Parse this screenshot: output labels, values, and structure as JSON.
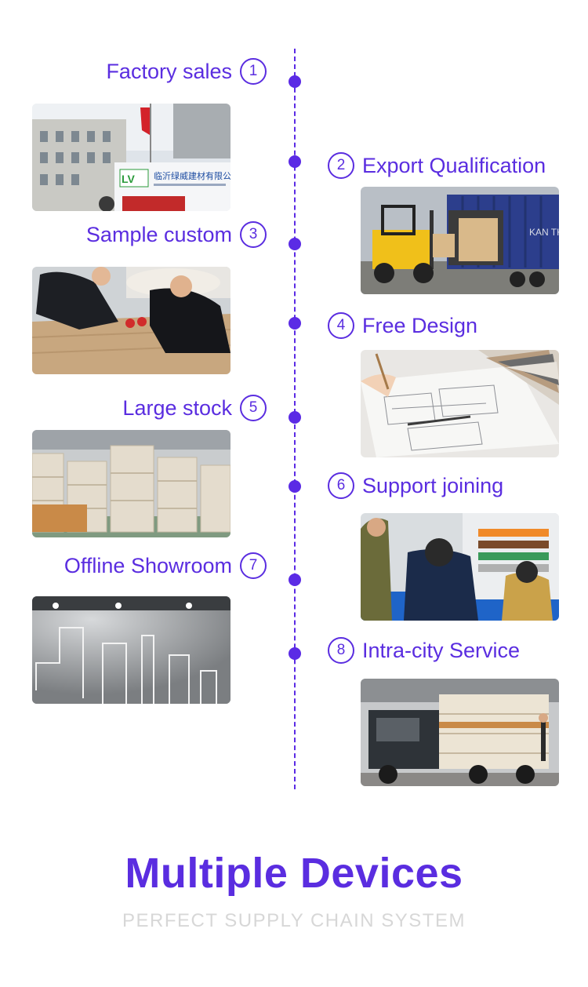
{
  "timeline": {
    "items": [
      {
        "label": "Factory sales",
        "number": "1",
        "side": "left"
      },
      {
        "label": "Export Qualification",
        "number": "2",
        "side": "right"
      },
      {
        "label": "Sample custom",
        "number": "3",
        "side": "left"
      },
      {
        "label": "Free Design",
        "number": "4",
        "side": "right"
      },
      {
        "label": "Large stock",
        "number": "5",
        "side": "left"
      },
      {
        "label": "Support joining",
        "number": "6",
        "side": "right"
      },
      {
        "label": "Offline Showroom",
        "number": "7",
        "side": "left"
      },
      {
        "label": "Intra-city Service",
        "number": "8",
        "side": "right"
      }
    ]
  },
  "factory_sign": {
    "logo": "LV",
    "company": "临沂绿威建材有限公司"
  },
  "container_text": "KAN TK",
  "footer": {
    "headline": "Multiple Devices",
    "subline": "PERFECT SUPPLY CHAIN SYSTEM"
  },
  "colors": {
    "accent": "#5a2de0",
    "subline": "#d7d7d7"
  }
}
